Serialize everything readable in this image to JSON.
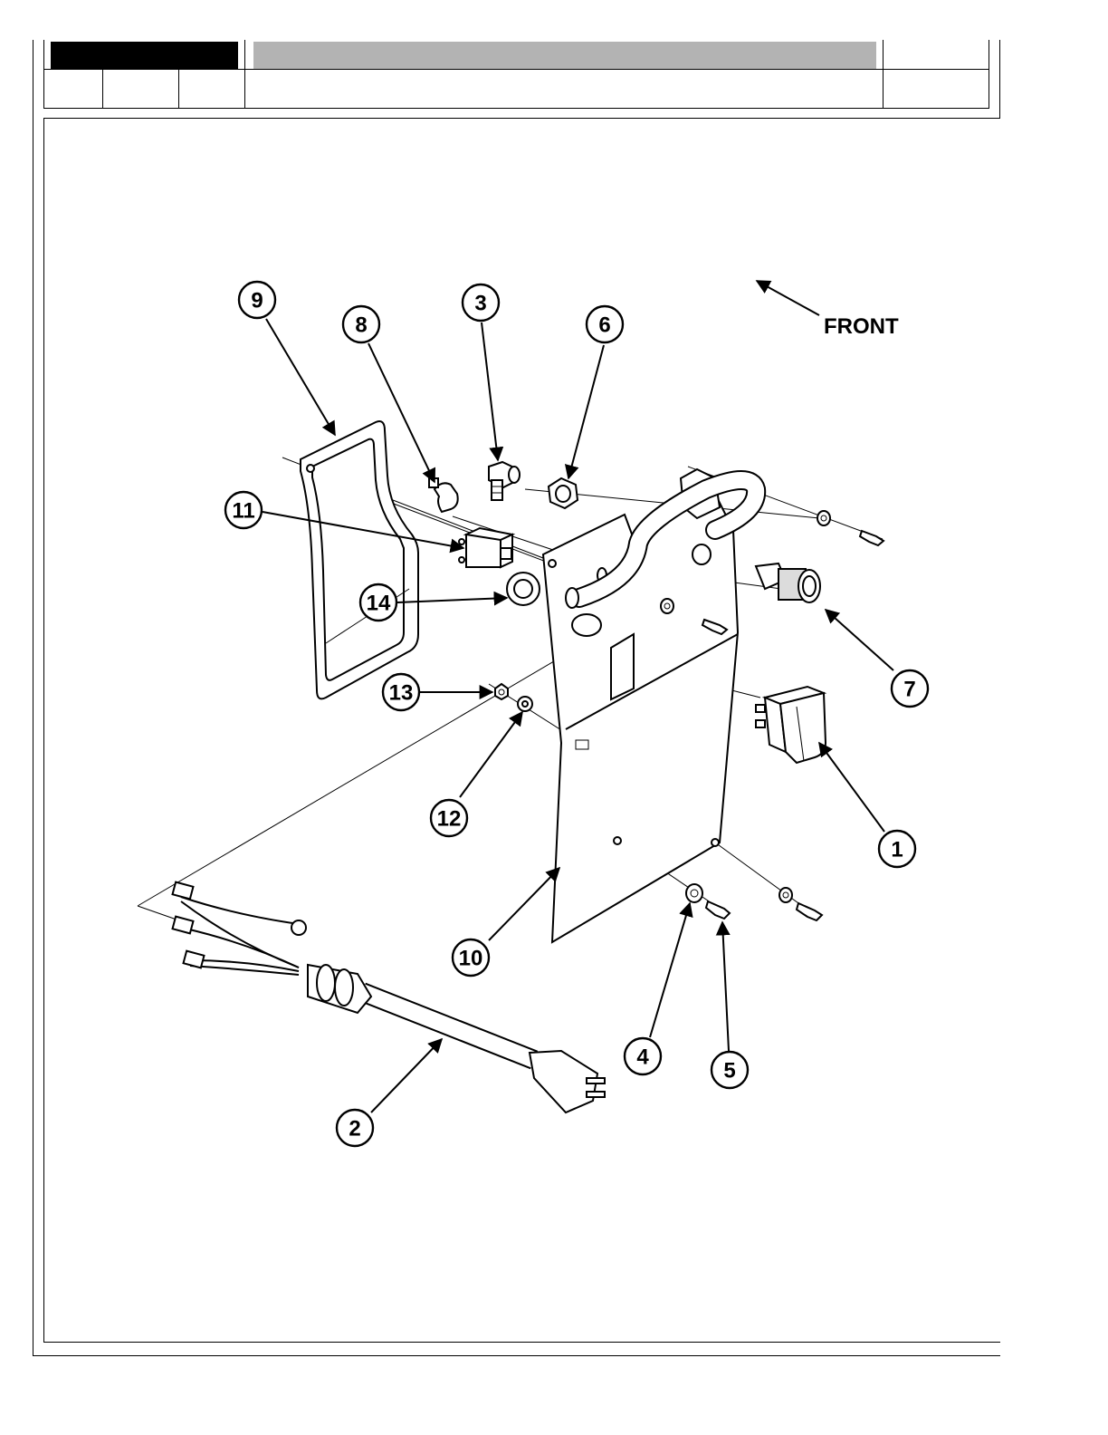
{
  "figure": {
    "direction_label": "FRONT",
    "callouts": [
      {
        "id": "callout-1",
        "label": "1"
      },
      {
        "id": "callout-2",
        "label": "2"
      },
      {
        "id": "callout-3",
        "label": "3"
      },
      {
        "id": "callout-4",
        "label": "4"
      },
      {
        "id": "callout-5",
        "label": "5"
      },
      {
        "id": "callout-6",
        "label": "6"
      },
      {
        "id": "callout-7",
        "label": "7"
      },
      {
        "id": "callout-8",
        "label": "8"
      },
      {
        "id": "callout-9",
        "label": "9"
      },
      {
        "id": "callout-10",
        "label": "10"
      },
      {
        "id": "callout-11",
        "label": "11"
      },
      {
        "id": "callout-12",
        "label": "12"
      },
      {
        "id": "callout-13",
        "label": "13"
      },
      {
        "id": "callout-14",
        "label": "14"
      }
    ]
  },
  "colors": {
    "line": "#000000",
    "header_gray": "#b3b3b3",
    "part_fill": "#ffffff"
  }
}
